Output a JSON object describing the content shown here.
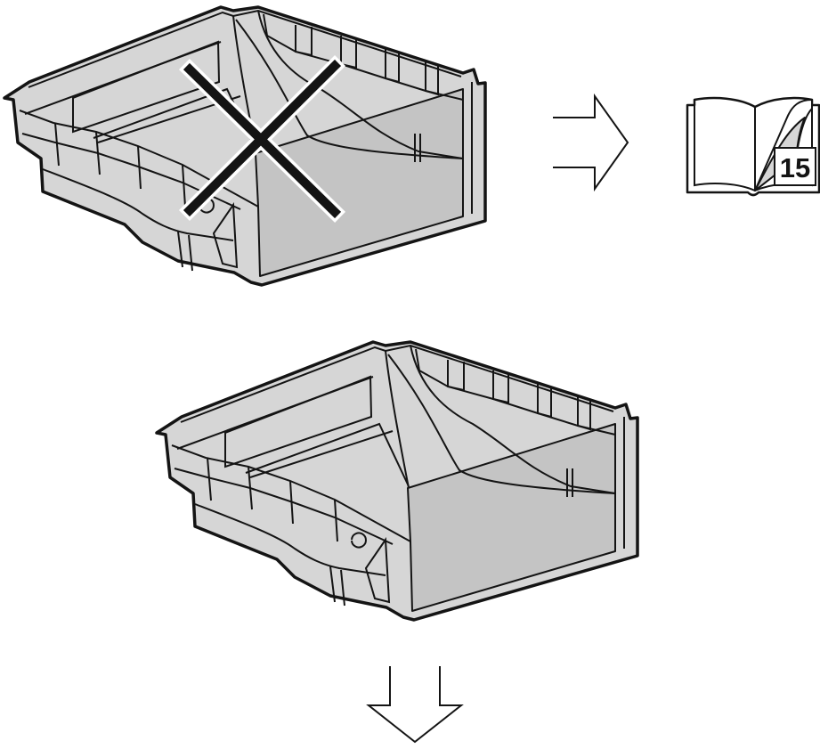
{
  "figure": {
    "steps": [
      {
        "id": "incorrect-placement",
        "status": "incorrect",
        "mark": "cross"
      },
      {
        "id": "correct-placement",
        "status": "correct"
      }
    ],
    "reference": {
      "icon": "manual-book-icon",
      "page_number": "15"
    },
    "arrows": [
      {
        "icon": "arrow-right-icon",
        "direction": "right"
      },
      {
        "icon": "arrow-down-icon",
        "direction": "down"
      }
    ]
  },
  "colors": {
    "line": "#141414",
    "fill": "#d6d6d6",
    "fill_dark": "#c4c4c4",
    "mark": "#141414",
    "mark_halo": "#ffffff",
    "background": "#ffffff"
  }
}
